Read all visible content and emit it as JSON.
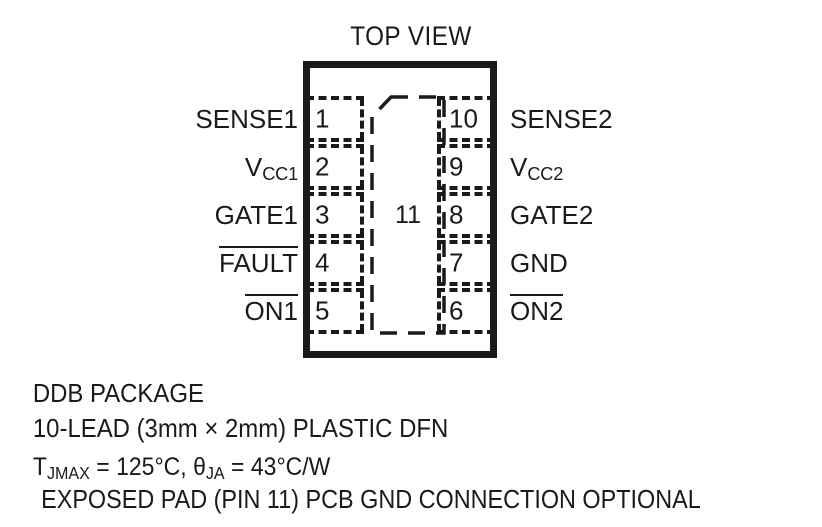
{
  "title": "TOP VIEW",
  "package": {
    "outline_color": "#1a1a1a",
    "exposed_pad_number": "11"
  },
  "pins": {
    "left": [
      {
        "number": "1",
        "label": "SENSE1",
        "overline": false
      },
      {
        "number": "2",
        "label": "V",
        "sub": "CC1",
        "overline": false
      },
      {
        "number": "3",
        "label": "GATE1",
        "overline": false
      },
      {
        "number": "4",
        "label": "FAULT",
        "overline": true
      },
      {
        "number": "5",
        "label": "ON1",
        "overline": true
      }
    ],
    "right": [
      {
        "number": "10",
        "label": "SENSE2",
        "overline": false
      },
      {
        "number": "9",
        "label": "V",
        "sub": "CC2",
        "overline": false
      },
      {
        "number": "8",
        "label": "GATE2",
        "overline": false
      },
      {
        "number": "7",
        "label": "GND",
        "overline": false
      },
      {
        "number": "6",
        "label": "ON2",
        "overline": true
      }
    ]
  },
  "caption": {
    "line1": "DDB PACKAGE",
    "line2": "10-LEAD (3mm × 2mm) PLASTIC DFN",
    "line3": {
      "t_symbol": "T",
      "t_sub": "JMAX",
      "t_value": " = 125°C, ",
      "theta_symbol": "θ",
      "theta_sub": "JA",
      "theta_value": " = 43°C/W"
    },
    "line4": "EXPOSED PAD (PIN 11) PCB GND CONNECTION OPTIONAL"
  }
}
